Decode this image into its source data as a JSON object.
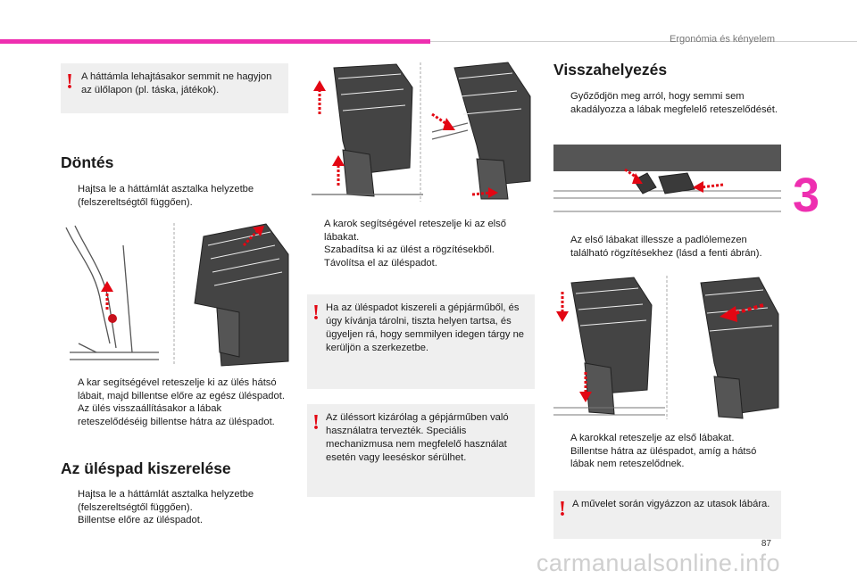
{
  "header": {
    "section_title": "Ergonómia és kényelem",
    "chapter_number": "3"
  },
  "footer": {
    "page_number": "87",
    "watermark": "carmanualsonline.info"
  },
  "bullet_glyph": "",
  "col1": {
    "warning1": "A háttámla lehajtásakor semmit ne hagyjon az ülőlapon (pl. táska, játékok).",
    "heading_tilt": "Döntés",
    "tilt_steps": [
      "Hajtsa le a háttámlát asztalka helyzetbe (felszereltségtől függően)."
    ],
    "tilt_steps2": [
      "A kar segítségével reteszelje ki az ülés hátsó lábait, majd billentse előre az egész üléspadot.",
      "Az ülés visszaállításakor a lábak reteszelődéséig billentse hátra az üléspadot."
    ],
    "heading_remove": "Az üléspad kiszerelése",
    "remove_steps": [
      "Hajtsa le a háttámlát asztalka helyzetbe (felszereltségtől függően).",
      "Billentse előre az üléspadot."
    ]
  },
  "col2": {
    "steps": [
      "A karok segítségével reteszelje ki az első lábakat.",
      "Szabadítsa ki az ülést a rögzítésekből.",
      "Távolítsa el az üléspadot."
    ],
    "warning2": "Ha az üléspadot kiszereli a gépjárműből, és úgy kívánja tárolni, tiszta helyen tartsa, és ügyeljen rá, hogy semmilyen idegen tárgy ne kerüljön a szerkezetbe.",
    "warning3": "Az üléssort kizárólag a gépjárműben való használatra tervezték. Speciális mechanizmusa nem megfelelő használat esetén vagy leeséskor sérülhet."
  },
  "col3": {
    "heading_replace": "Visszahelyezés",
    "steps1": [
      "Győződjön meg arról, hogy semmi sem akadályozza a lábak megfelelő reteszelődését."
    ],
    "steps2": [
      "Az első lábakat illessze a padlólemezen található rögzítésekhez (lásd a fenti ábrán)."
    ],
    "steps3": [
      "A karokkal reteszelje az első lábakat.",
      "Billentse hátra az üléspadot, amíg a hátsó lábak nem reteszelődnek."
    ],
    "warning4": "A művelet során vigyázzon az utasok lábára."
  },
  "colors": {
    "accent": "#ee2fb0",
    "warning_mark": "#e30613",
    "arrow": "#e30613",
    "panel": "#efefef"
  }
}
